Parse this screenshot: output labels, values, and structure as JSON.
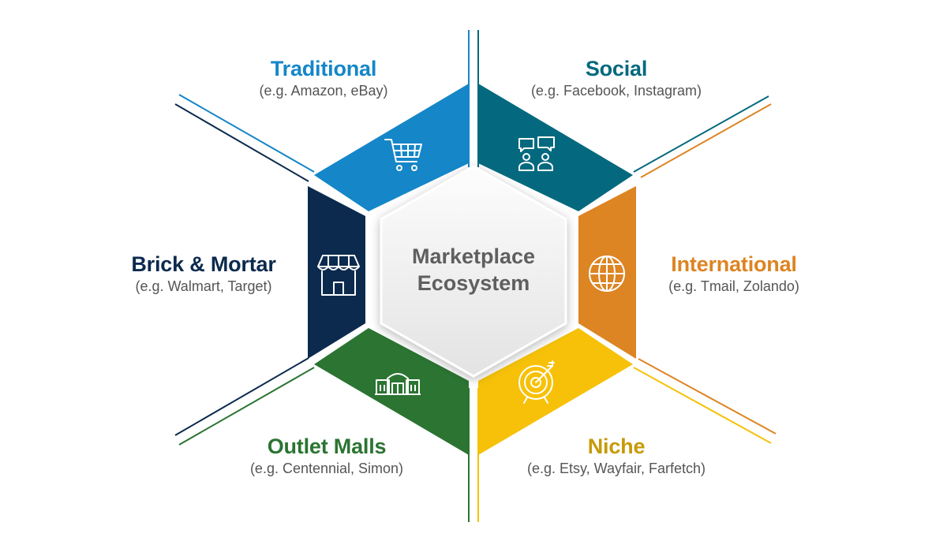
{
  "center": {
    "line1": "Marketplace",
    "line2": "Ecosystem"
  },
  "segments": [
    {
      "id": "traditional",
      "title": "Traditional",
      "example": "(e.g. Amazon, eBay)",
      "color": "#1586c8",
      "icon": "shopping-cart-icon"
    },
    {
      "id": "social",
      "title": "Social",
      "example": "(e.g. Facebook, Instagram)",
      "color": "#04697e",
      "icon": "people-chat-icon"
    },
    {
      "id": "international",
      "title": "International",
      "example": "(e.g. Tmail, Zolando)",
      "color": "#dd8423",
      "icon": "globe-icon"
    },
    {
      "id": "niche",
      "title": "Niche",
      "example": "(e.g. Etsy, Wayfair, Farfetch)",
      "color": "#f6c108",
      "title_color": "#c79a06",
      "icon": "target-icon"
    },
    {
      "id": "outlet",
      "title": "Outlet Malls",
      "example": "(e.g. Centennial, Simon)",
      "color": "#2b7432",
      "icon": "mall-building-icon"
    },
    {
      "id": "brick",
      "title": "Brick & Mortar",
      "example": "(e.g.  Walmart, Target)",
      "color": "#0b2a4e",
      "icon": "storefront-icon"
    }
  ]
}
